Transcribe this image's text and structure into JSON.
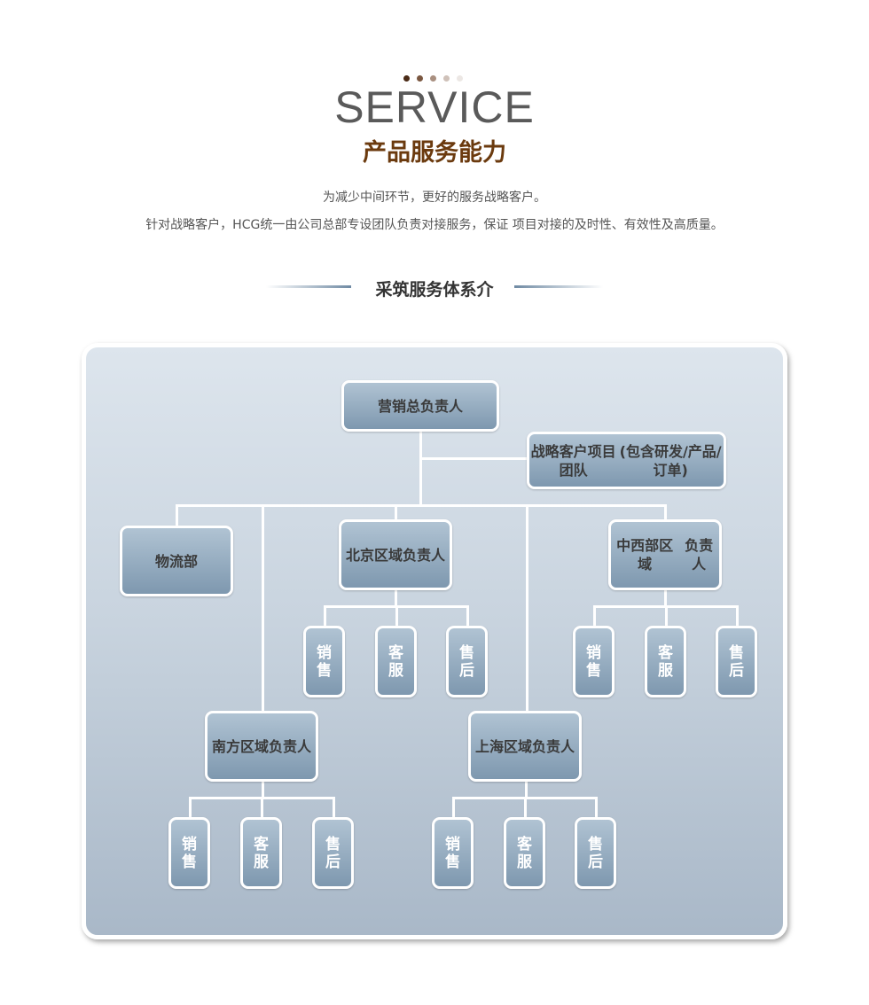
{
  "header": {
    "dot_colors": [
      "#4a2a16",
      "#7a5740",
      "#a98f80",
      "#cfc1b9",
      "#ece7e4"
    ],
    "service": "SERVICE",
    "title": "产品服务能力",
    "desc_line1": "为减少中间环节，更好的服务战略客户。",
    "desc_line2": "针对战略客户，HCG统一由公司总部专设团队负责对接服务，保证 项目对接的及时性、有效性及高质量。",
    "section_title": "采筑服务体系介"
  },
  "org": {
    "top": "营销总负责人",
    "strategy_line1": "战略客户项目团队",
    "strategy_line2": "(包含研发/产品/订单)",
    "logistics": "物流部",
    "regions": [
      {
        "id": "beijing",
        "line1": "北京区域",
        "line2": "负责人",
        "subs": [
          "销售",
          "客服",
          "售后"
        ]
      },
      {
        "id": "midwest",
        "line1": "中西部区域",
        "line2": "负责人",
        "subs": [
          "销售",
          "客服",
          "售后"
        ]
      },
      {
        "id": "south",
        "line1": "南方区域",
        "line2": "负责人",
        "subs": [
          "销售",
          "客服",
          "售后"
        ]
      },
      {
        "id": "shanghai",
        "line1": "上海区域",
        "line2": "负责人",
        "subs": [
          "销售",
          "客服",
          "售后"
        ]
      }
    ]
  }
}
